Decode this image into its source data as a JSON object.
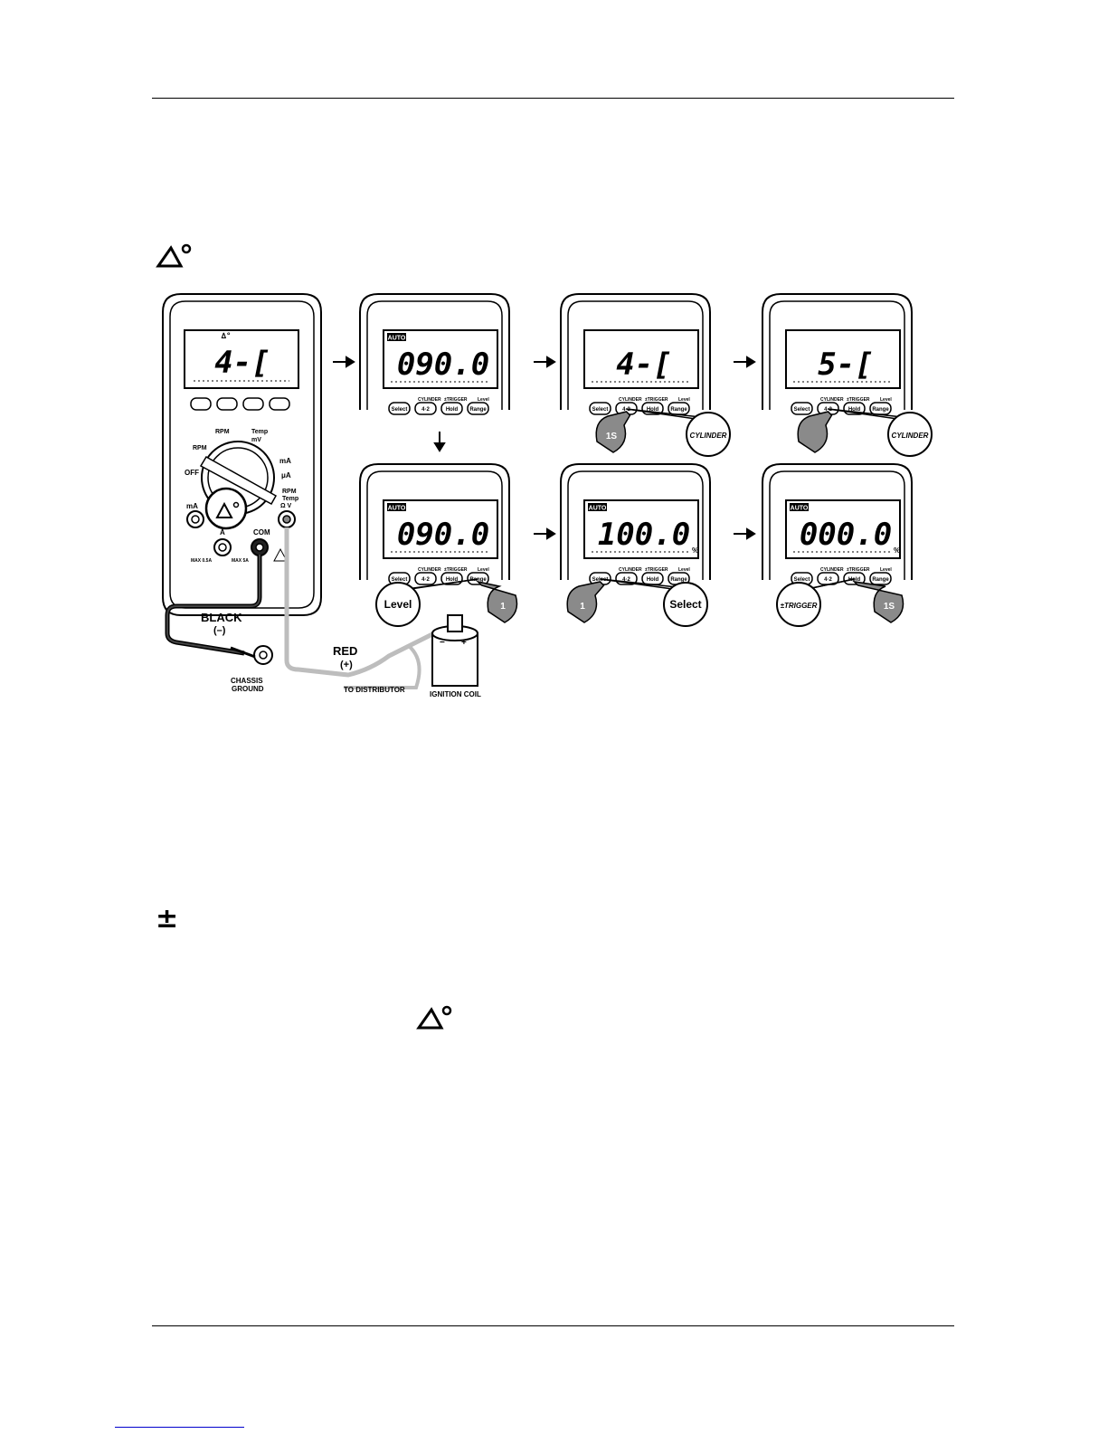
{
  "meter": {
    "display": "4-[",
    "dial_labels": [
      "RPM",
      "Temp",
      "OFF",
      "mA",
      "A",
      "COM",
      "mV",
      "A",
      "mA",
      "μA",
      "RPM",
      "Temp",
      "Ω V"
    ],
    "jack_notes": [
      "MAX 0.5A",
      "MAX 5A"
    ],
    "leads": {
      "black": "BLACK",
      "black_sign": "(–)",
      "red": "RED",
      "red_sign": "(+)"
    },
    "labels": {
      "chassis": "CHASSIS",
      "ground": "GROUND",
      "to_distributor": "TO DISTRIBUTOR",
      "ignition_coil": "IGNITION COIL"
    }
  },
  "buttons": {
    "select": "Select",
    "cylinder_btn": "4·2",
    "hold": "Hold",
    "range": "Range",
    "top_cylinder": "CYLINDER",
    "top_trigger": "±TRIGGER",
    "top_level": "Level"
  },
  "panels": [
    {
      "auto": "AUTO",
      "reading": "090.0"
    },
    {
      "auto": "",
      "reading": "4-[",
      "callout_finger": "1S",
      "callout_label": "CYLINDER"
    },
    {
      "auto": "",
      "reading": "5-[",
      "callout_finger": "",
      "callout_label": "CYLINDER"
    },
    {
      "auto": "AUTO",
      "reading": "090.0",
      "callout_finger": "1",
      "callout_label": "Level"
    },
    {
      "auto": "AUTO",
      "reading": "100.0",
      "unit": "%",
      "callout_finger": "1",
      "callout_label": "Select"
    },
    {
      "auto": "AUTO",
      "reading": "000.0",
      "unit": "%",
      "callout_finger": "1S",
      "callout_label": "±TRIGGER"
    }
  ],
  "symbols": {
    "dwell": "∆°",
    "plus_minus": "±"
  },
  "colors": {
    "ink": "#000000",
    "red_lead": "#bdbdbd",
    "finger": "#8a8a8a"
  }
}
